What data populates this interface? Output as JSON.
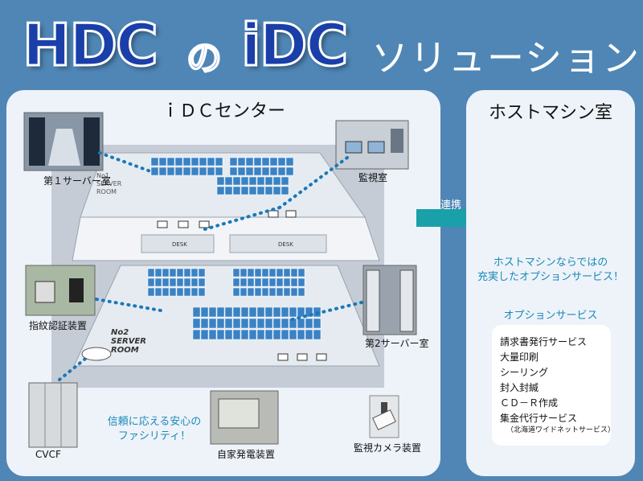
{
  "title": {
    "part1": "HDC",
    "part2": "の",
    "part3": "iDC",
    "part4": "ソリューション"
  },
  "idc_panel": {
    "title": "ｉＤＣセンター",
    "floor1_label": "No1\nSERVER\nROOM",
    "floor2_label": "No2\nSERVER\nROOM",
    "desk_label": "DESK",
    "photos": {
      "server_room_1": "第１サーバー室",
      "monitor_room": "監視室",
      "fingerprint": "指紋認証装置",
      "server_room_2": "第2サーバー室",
      "cvcf": "CVCF",
      "generator": "自家発電装置",
      "camera": "監視カメラ装置"
    },
    "tagline": [
      "信頼に応える安心の",
      "ファシリティ！"
    ]
  },
  "link_label": "連携",
  "host_panel": {
    "title": "ホストマシン室",
    "tagline": [
      "ホストマシンならではの",
      "充実したオプションサービス！"
    ],
    "options_title": "オプションサービス",
    "options": [
      "請求書発行サービス",
      "大量印刷",
      "シーリング",
      "封入封緘",
      "ＣＤ－Ｒ作成",
      "集金代行サービス"
    ],
    "options_note": "（北海道ワイドネットサービス）"
  },
  "colors": {
    "background": "#4f86b6",
    "panel": "#eef3f9",
    "accent": "#1a8ab8",
    "rack": "#3a82c4",
    "arrow": "#1aa0a8"
  }
}
